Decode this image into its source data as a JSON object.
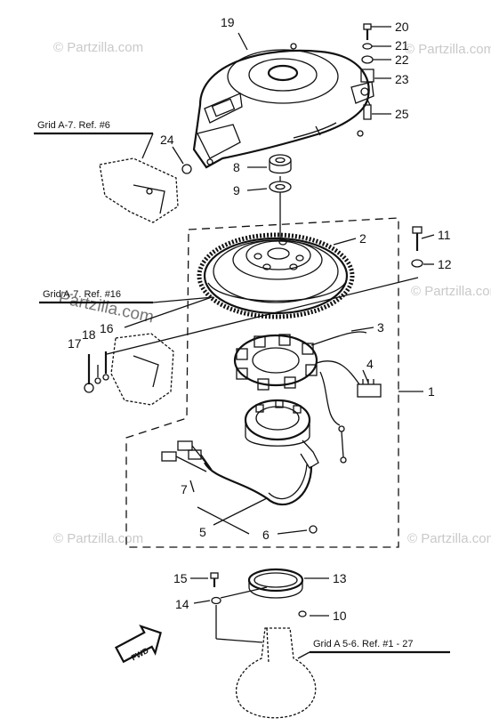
{
  "part_numbers": {
    "n1": "1",
    "n2": "2",
    "n3": "3",
    "n4": "4",
    "n5": "5",
    "n6": "6",
    "n7": "7",
    "n8": "8",
    "n9": "9",
    "n10": "10",
    "n11": "11",
    "n12": "12",
    "n13": "13",
    "n14": "14",
    "n15": "15",
    "n16": "16",
    "n17": "17",
    "n18": "18",
    "n19": "19",
    "n20": "20",
    "n21": "21",
    "n22": "22",
    "n23": "23",
    "n24": "24",
    "n25": "25"
  },
  "references": {
    "ref_top": "Grid A-7. Ref. #6",
    "ref_mid": "Grid A-7. Ref. #16",
    "ref_bottom": "Grid A 5-6. Ref. #1 - 27"
  },
  "direction_label": "FWD",
  "watermark": {
    "brand": "Partzilla",
    "full": "Partzilla.com",
    "copyright": "© Partzilla.com"
  }
}
